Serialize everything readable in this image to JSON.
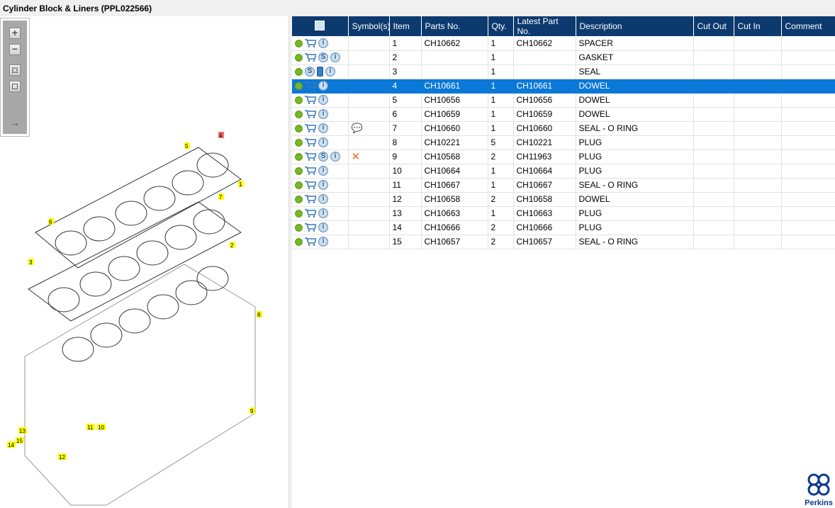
{
  "title": "Cylinder Block & Liners (PPL022566)",
  "toolbar": {
    "zoom_in": "+",
    "zoom_out": "−"
  },
  "diagram": {
    "callouts": [
      "1",
      "2",
      "3",
      "4",
      "5",
      "6",
      "7",
      "8",
      "9",
      "10",
      "11",
      "12",
      "13",
      "14",
      "15"
    ]
  },
  "table": {
    "headers": [
      "",
      "Symbol(s)",
      "Item",
      "Parts No.",
      "Qty.",
      "Latest Part No.",
      "Description",
      "Cut Out",
      "Cut In",
      "Comment"
    ],
    "selected_item": "4",
    "rows": [
      {
        "icons": [
          "gear",
          "cart",
          "info"
        ],
        "symbol": "",
        "item": "1",
        "part": "CH10662",
        "qty": "1",
        "latest": "CH10662",
        "desc": "SPACER"
      },
      {
        "icons": [
          "gear",
          "cart",
          "s",
          "info"
        ],
        "symbol": "",
        "item": "2",
        "part": "",
        "qty": "1",
        "latest": "",
        "desc": "GASKET"
      },
      {
        "icons": [
          "gear",
          "s",
          "book",
          "info"
        ],
        "symbol": "",
        "item": "3",
        "part": "",
        "qty": "1",
        "latest": "",
        "desc": "SEAL"
      },
      {
        "icons": [
          "gear",
          "cart",
          "info"
        ],
        "symbol": "",
        "item": "4",
        "part": "CH10661",
        "qty": "1",
        "latest": "CH10661",
        "desc": "DOWEL"
      },
      {
        "icons": [
          "gear",
          "cart",
          "info"
        ],
        "symbol": "",
        "item": "5",
        "part": "CH10656",
        "qty": "1",
        "latest": "CH10656",
        "desc": "DOWEL"
      },
      {
        "icons": [
          "gear",
          "cart",
          "info"
        ],
        "symbol": "",
        "item": "6",
        "part": "CH10659",
        "qty": "1",
        "latest": "CH10659",
        "desc": "DOWEL"
      },
      {
        "icons": [
          "gear",
          "cart",
          "info"
        ],
        "symbol": "note",
        "item": "7",
        "part": "CH10660",
        "qty": "1",
        "latest": "CH10660",
        "desc": "SEAL - O RING"
      },
      {
        "icons": [
          "gear",
          "cart",
          "info"
        ],
        "symbol": "",
        "item": "8",
        "part": "CH10221",
        "qty": "5",
        "latest": "CH10221",
        "desc": "PLUG"
      },
      {
        "icons": [
          "gear",
          "cart",
          "s",
          "info"
        ],
        "symbol": "superseded",
        "item": "9",
        "part": "CH10568",
        "qty": "2",
        "latest": "CH11963",
        "desc": "PLUG"
      },
      {
        "icons": [
          "gear",
          "cart",
          "info"
        ],
        "symbol": "",
        "item": "10",
        "part": "CH10664",
        "qty": "1",
        "latest": "CH10664",
        "desc": "PLUG"
      },
      {
        "icons": [
          "gear",
          "cart",
          "info"
        ],
        "symbol": "",
        "item": "11",
        "part": "CH10667",
        "qty": "1",
        "latest": "CH10667",
        "desc": "SEAL - O RING"
      },
      {
        "icons": [
          "gear",
          "cart",
          "info"
        ],
        "symbol": "",
        "item": "12",
        "part": "CH10658",
        "qty": "2",
        "latest": "CH10658",
        "desc": "DOWEL"
      },
      {
        "icons": [
          "gear",
          "cart",
          "info"
        ],
        "symbol": "",
        "item": "13",
        "part": "CH10663",
        "qty": "1",
        "latest": "CH10663",
        "desc": "PLUG"
      },
      {
        "icons": [
          "gear",
          "cart",
          "info"
        ],
        "symbol": "",
        "item": "14",
        "part": "CH10666",
        "qty": "2",
        "latest": "CH10666",
        "desc": "PLUG"
      },
      {
        "icons": [
          "gear",
          "cart",
          "info"
        ],
        "symbol": "",
        "item": "15",
        "part": "CH10657",
        "qty": "2",
        "latest": "CH10657",
        "desc": "SEAL - O RING"
      }
    ]
  },
  "logo": {
    "text": "Perkins"
  },
  "colors": {
    "header": "#0d3a6e",
    "selected": "#0a78d7",
    "callout": "#ffff00"
  }
}
